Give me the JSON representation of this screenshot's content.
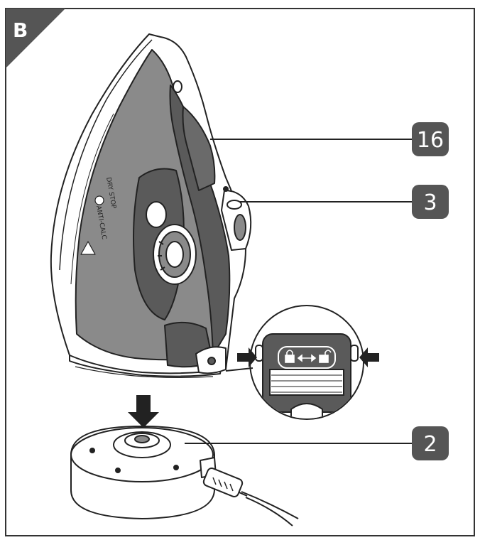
{
  "figure": {
    "section_letter": "B",
    "callouts": [
      {
        "label": "16",
        "target": "water-tank-window"
      },
      {
        "label": "3",
        "target": "steam-button"
      },
      {
        "label": "2",
        "target": "power-base"
      }
    ],
    "body_markings": [
      "DRY STOP",
      "ANTI-CALC"
    ],
    "icons": [
      "lock-icon",
      "double-arrow-icon",
      "unlock-icon",
      "down-arrow-icon",
      "push-arrow-icon",
      "warning-icon",
      "power-cord"
    ],
    "colors": {
      "callout_fill": "#555555",
      "body_gray": "#8a8a8a",
      "dark_gray": "#5a5a5a",
      "outline": "#222222",
      "shell": "#ffffff"
    }
  }
}
